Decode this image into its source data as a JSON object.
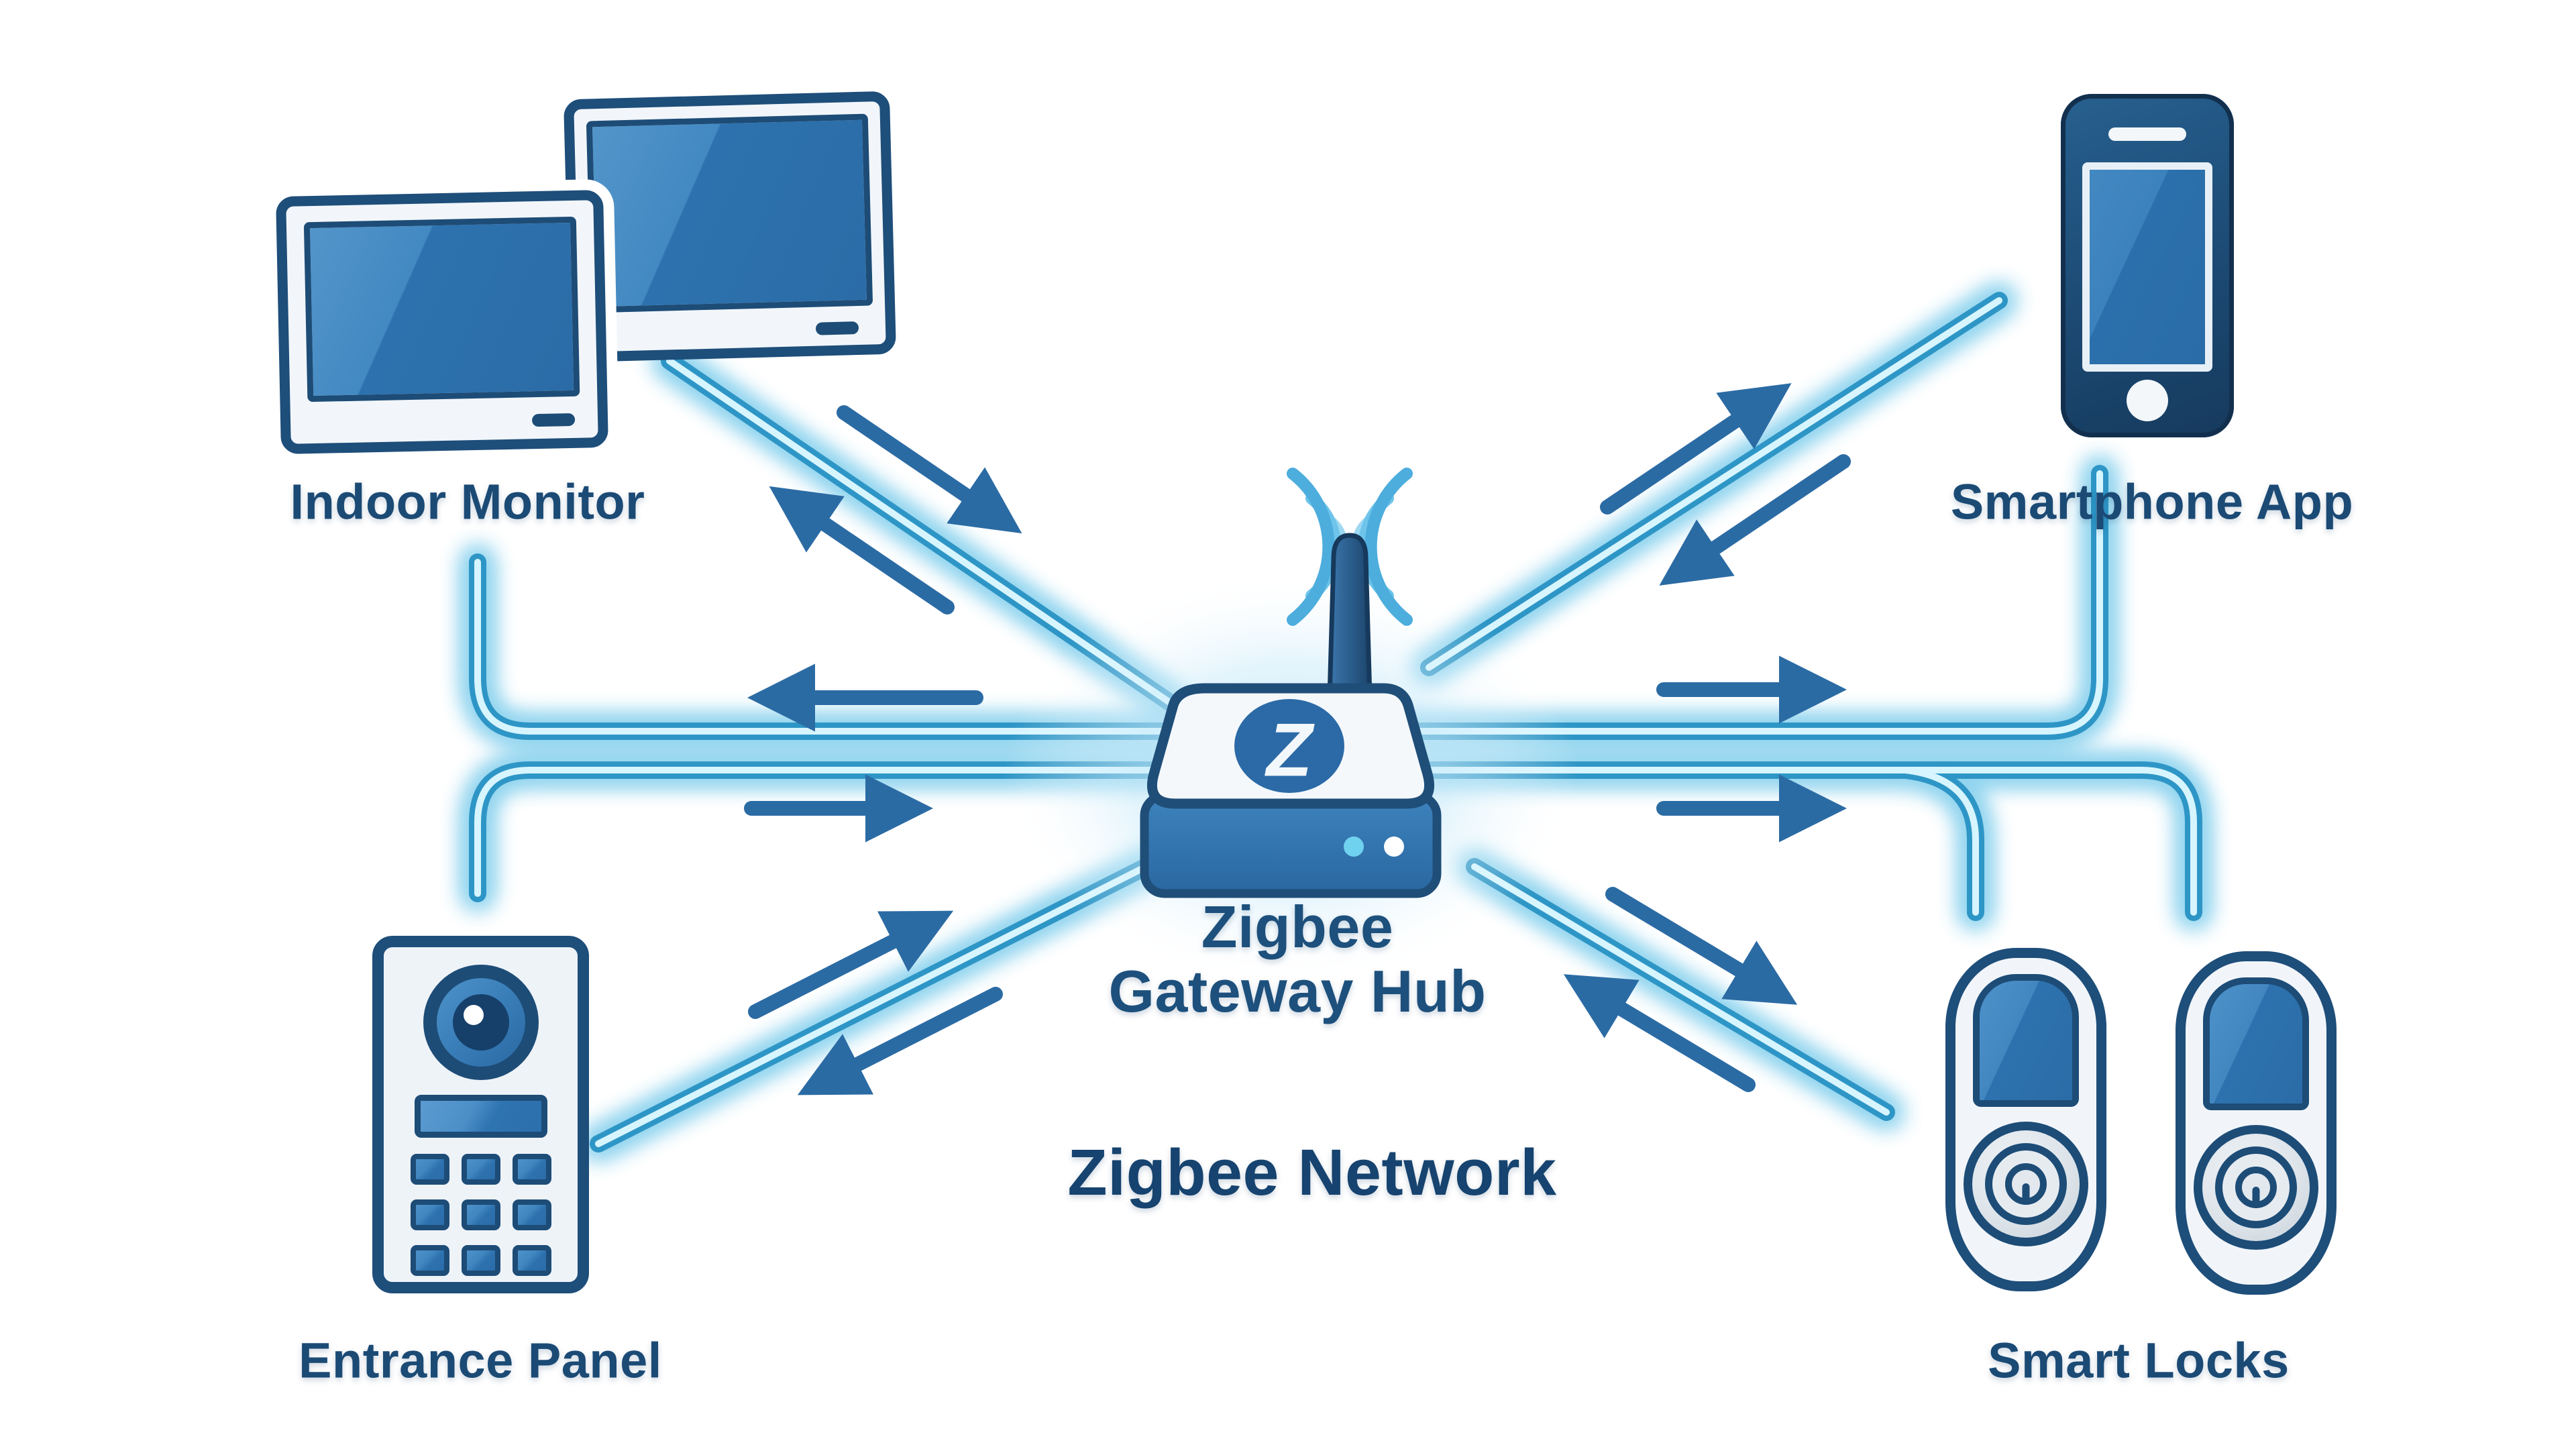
{
  "page": {
    "background": "#ffffff",
    "description": "Zigbee smart home intercom network diagram"
  },
  "network_label": "Zigbee Network",
  "hub": {
    "label_line1": "Zigbee",
    "label_line2": "Gateway Hub",
    "logo_letter": "Z",
    "icon": "zigbee-gateway-hub-icon",
    "led_colors": [
      "#6fd2ee",
      "#ffffff"
    ],
    "wifi_wave_count": 6
  },
  "nodes": {
    "indoor_monitor": {
      "label": "Indoor Monitor",
      "icon": "indoor-monitor-icon",
      "device_count": 2
    },
    "smartphone_app": {
      "label": "Smartphone App",
      "icon": "smartphone-icon",
      "device_count": 1
    },
    "entrance_panel": {
      "label": "Entrance Panel",
      "icon": "entrance-panel-icon",
      "device_count": 1
    },
    "smart_locks": {
      "label": "Smart Locks",
      "icon": "smart-lock-icon",
      "device_count": 2
    }
  },
  "edges": [
    {
      "between": [
        "indoor_monitor",
        "hub"
      ],
      "style": "diagonal-glow",
      "arrows": "bidirectional"
    },
    {
      "between": [
        "indoor_monitor",
        "hub"
      ],
      "style": "elbow-glow",
      "arrows": "bidirectional"
    },
    {
      "between": [
        "smartphone_app",
        "hub"
      ],
      "style": "diagonal-glow",
      "arrows": "bidirectional"
    },
    {
      "between": [
        "smartphone_app",
        "hub"
      ],
      "style": "elbow-glow",
      "arrows": "to-device"
    },
    {
      "between": [
        "entrance_panel",
        "hub"
      ],
      "style": "diagonal-glow",
      "arrows": "bidirectional"
    },
    {
      "between": [
        "entrance_panel",
        "hub"
      ],
      "style": "elbow-glow",
      "arrows": "none"
    },
    {
      "between": [
        "smart_locks",
        "hub"
      ],
      "style": "diagonal-glow",
      "arrows": "bidirectional"
    },
    {
      "between": [
        "smart_locks",
        "hub"
      ],
      "style": "elbow-glow-branched",
      "arrows": "to-device"
    }
  ],
  "colors": {
    "glow_line": "#2e96c6",
    "glow_core": "#d7f5ff",
    "glow_halo": "#7fcdec",
    "arrow": "#2b6ba4",
    "device_outline": "#1e4e7a",
    "screen_blue": "#2e76b2",
    "label_text": "#1b4a75",
    "wifi_wave": "#6ec4ea"
  }
}
